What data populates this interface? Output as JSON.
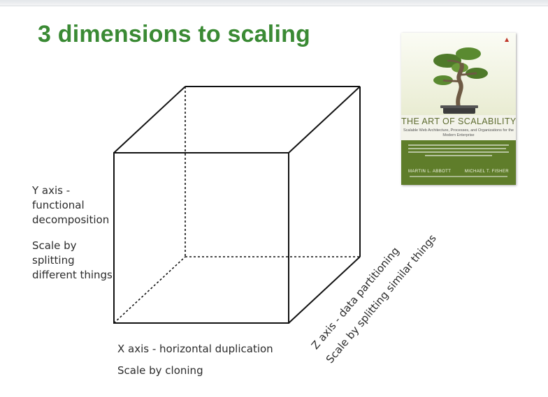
{
  "slide": {
    "title": "3 dimensions to scaling"
  },
  "axes": {
    "y_axis": {
      "label": "Y axis - functional decomposition",
      "description": "Scale by splitting different things"
    },
    "x_axis": {
      "label": "X axis - horizontal duplication",
      "description": "Scale by cloning"
    },
    "z_axis": {
      "label": "Z axis - data partitioning",
      "description": "Scale by splitting similar things"
    }
  },
  "book": {
    "title": "THE ART OF SCALABILITY",
    "subtitle": "Scalable Web Architecture, Processes, and Organizations for the Modern Enterprise",
    "author_1": "MARTIN L. ABBOTT",
    "author_2": "MICHAEL T. FISHER"
  },
  "colors": {
    "title_green": "#3a8a34",
    "book_green": "#5f7d2a"
  }
}
